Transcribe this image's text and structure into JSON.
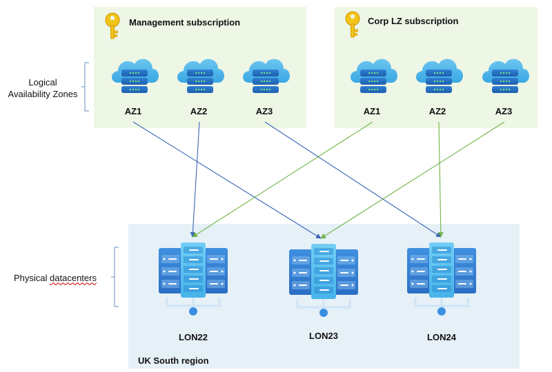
{
  "side_labels": {
    "logical_line1": "Logical",
    "logical_line2": "Availability Zones",
    "physical_prefix": "Physical ",
    "physical_underlined": "datacenters"
  },
  "subscriptions": [
    {
      "title": "Management subscription",
      "zones": [
        "AZ1",
        "AZ2",
        "AZ3"
      ]
    },
    {
      "title": "Corp LZ subscription",
      "zones": [
        "AZ1",
        "AZ2",
        "AZ3"
      ]
    }
  ],
  "region": {
    "title": "UK South region",
    "datacenters": [
      "LON22",
      "LON23",
      "LON24"
    ]
  },
  "colors": {
    "management_arrow": "#3a66b5",
    "corp_arrow": "#6fb346",
    "subscription_bg": "#eef6e6",
    "region_bg": "#e6f0f7"
  },
  "icons": {
    "subscription": "key-icon",
    "zone": "cloud-server-icon",
    "datacenter": "datacenter-server-icon"
  },
  "mappings": [
    {
      "from": "Management subscription AZ1",
      "to": "LON23"
    },
    {
      "from": "Management subscription AZ2",
      "to": "LON22"
    },
    {
      "from": "Management subscription AZ3",
      "to": "LON24"
    },
    {
      "from": "Corp LZ subscription AZ1",
      "to": "LON22"
    },
    {
      "from": "Corp LZ subscription AZ2",
      "to": "LON24"
    },
    {
      "from": "Corp LZ subscription AZ3",
      "to": "LON23"
    }
  ]
}
